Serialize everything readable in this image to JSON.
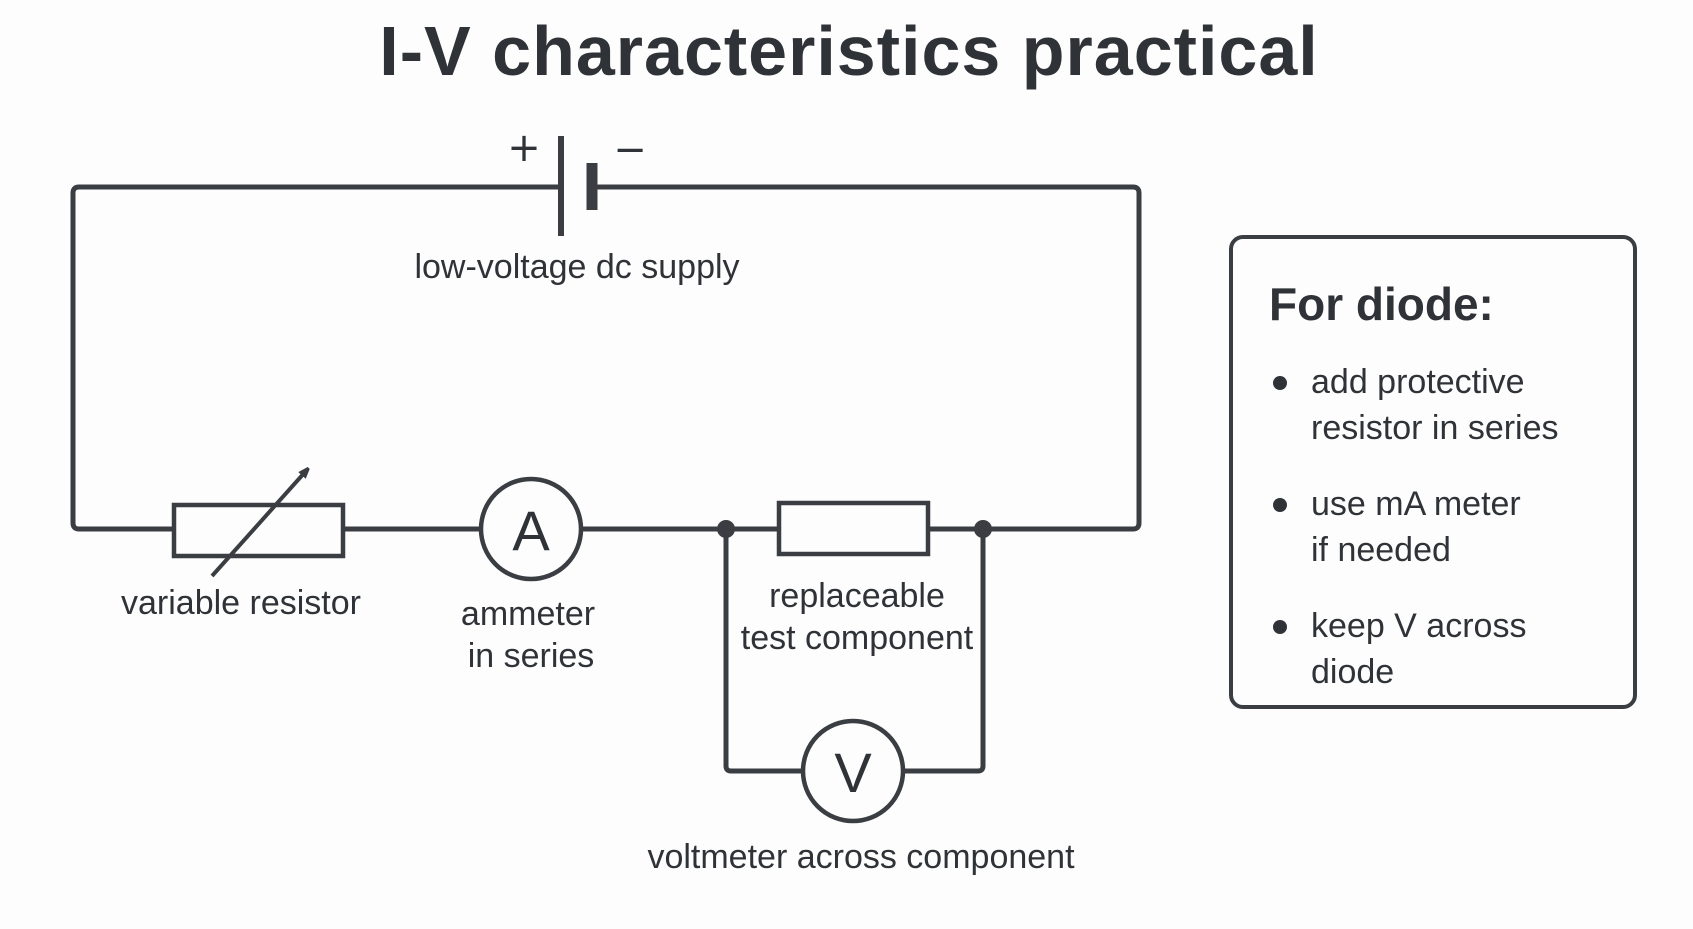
{
  "title": "I-V characteristics practical",
  "supply": {
    "plus": "+",
    "minus": "−",
    "label": "low-voltage dc supply"
  },
  "variable_resistor": {
    "label": "variable resistor"
  },
  "ammeter": {
    "symbol": "A",
    "label_line1": "ammeter",
    "label_line2": "in series"
  },
  "test_component": {
    "label_line1": "replaceable",
    "label_line2": "test component"
  },
  "voltmeter": {
    "symbol": "V",
    "label": "voltmeter across component"
  },
  "notes": {
    "heading": "For diode:",
    "items": [
      "add protective\nresistor in series",
      "use mA meter\nif needed",
      "keep V across diode"
    ]
  }
}
